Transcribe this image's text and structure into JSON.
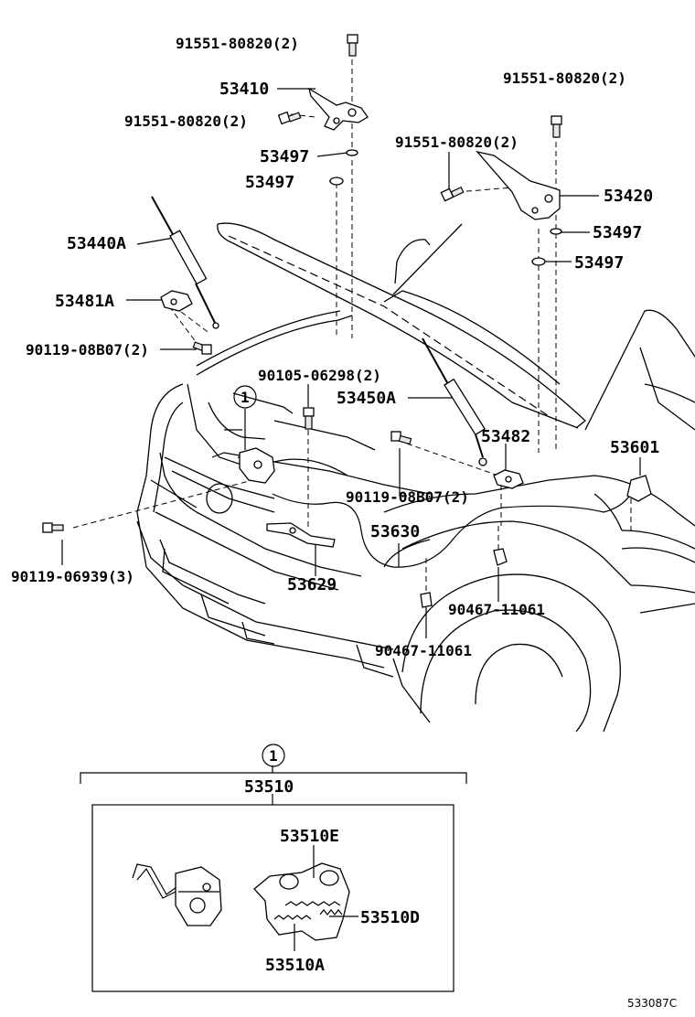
{
  "callout_marker": "1",
  "labels": {
    "p91551_top": "91551-80820(2)",
    "p91551_left": "91551-80820(2)",
    "p91551_right_top": "91551-80820(2)",
    "p91551_right_mid": "91551-80820(2)",
    "p53410": "53410",
    "p53497_a": "53497",
    "p53497_b": "53497",
    "p53420": "53420",
    "p53497_c": "53497",
    "p53497_d": "53497",
    "p53440A": "53440A",
    "p53481A": "53481A",
    "p90119_08B07_left": "90119-08B07(2)",
    "p90105_06298": "90105-06298(2)",
    "p53450A": "53450A",
    "p53482": "53482",
    "p53601": "53601",
    "p90119_08B07_mid": "90119-08B07(2)",
    "p53630": "53630",
    "p90119_06939": "90119-06939(3)",
    "p53629": "53629",
    "p90467_11061_right": "90467-11061",
    "p90467_11061_low": "90467-11061",
    "p53510": "53510",
    "p53510E": "53510E",
    "p53510D": "53510D",
    "p53510A": "53510A"
  },
  "diagram_code": "533087C"
}
